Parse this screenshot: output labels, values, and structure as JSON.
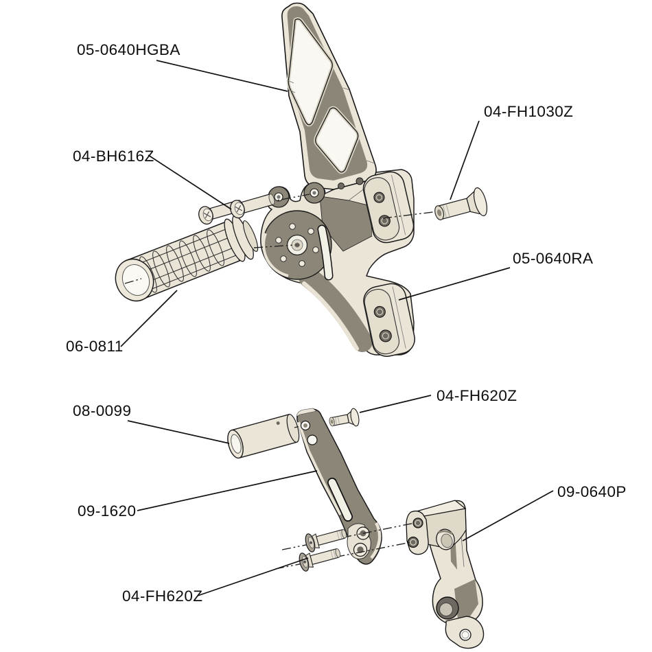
{
  "diagram": {
    "type": "exploded-parts-diagram",
    "background": "#ffffff",
    "colors": {
      "outline": "#1a1a1a",
      "metal_light": "#EAE5D7",
      "metal_mid": "#D8D2C2",
      "metal_dark": "#8C8678",
      "metal_shadow": "#6E6960",
      "cutout_fill": "#FAF8F2",
      "leader_line": "#111111",
      "label_text": "#0d0d0d"
    }
  },
  "labels": [
    {
      "id": "label-heel-guard",
      "text": "05-0640HGBA"
    },
    {
      "id": "label-bolt-fh1030z",
      "text": "04-FH1030Z"
    },
    {
      "id": "label-bolts-bh616z",
      "text": "04-BH616Z"
    },
    {
      "id": "label-main-bracket",
      "text": "05-0640RA"
    },
    {
      "id": "label-footpeg",
      "text": "06-0811"
    },
    {
      "id": "label-spacer",
      "text": "08-0099"
    },
    {
      "id": "label-bolt-fh620z-top",
      "text": "04-FH620Z"
    },
    {
      "id": "label-lever-arm",
      "text": "09-1620"
    },
    {
      "id": "label-hanger-bracket",
      "text": "09-0640P"
    },
    {
      "id": "label-bolts-fh620z-bottom",
      "text": "04-FH620Z"
    }
  ]
}
